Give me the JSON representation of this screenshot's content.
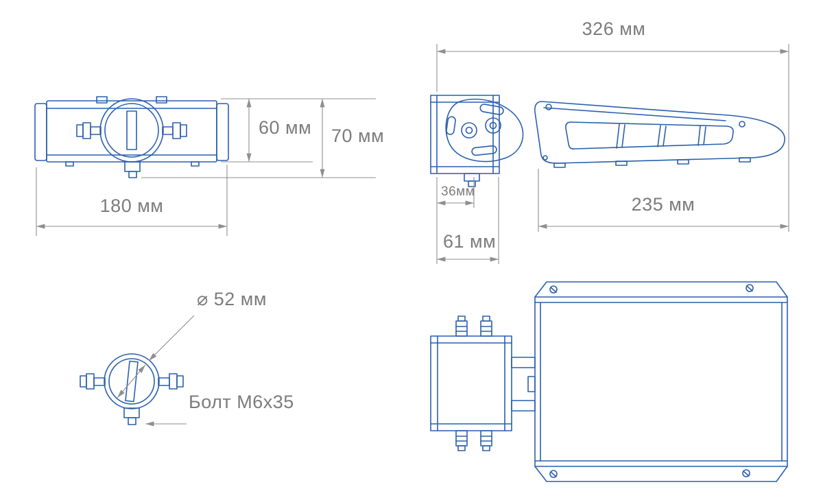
{
  "colors": {
    "line": "#2a5fad",
    "dimension": "#8f8f8f",
    "label": "#7c7c7c",
    "background": "#ffffff"
  },
  "dimensions": {
    "side_total_length": "326 мм",
    "front_clamp_height": "60 мм",
    "front_total_height": "70 мм",
    "front_width": "180 мм",
    "side_bracket_inner_width": "36мм",
    "side_bracket_width": "61 мм",
    "side_body_length": "235 мм",
    "clamp_diameter": "⌀ 52 мм",
    "clamp_bolt_label": "Болт М6х35"
  }
}
